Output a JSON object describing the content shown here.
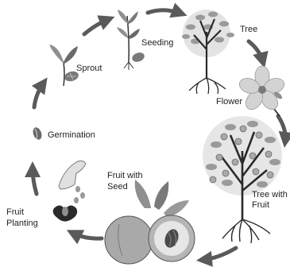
{
  "diagram": {
    "stages": [
      {
        "id": "seeding",
        "label": "Seeding"
      },
      {
        "id": "tree",
        "label": "Tree"
      },
      {
        "id": "flower",
        "label": "Flower"
      },
      {
        "id": "tree-with-fruit",
        "label_line1": "Tree with",
        "label_line2": "Fruit"
      },
      {
        "id": "fruit-with-seed",
        "label_line1": "Fruit with",
        "label_line2": "Seed"
      },
      {
        "id": "fruit-planting",
        "label_line1": "Fruit",
        "label_line2": "Planting"
      },
      {
        "id": "germination",
        "label": "Germination"
      },
      {
        "id": "sprout",
        "label": "Sprout"
      }
    ],
    "colors": {
      "arrow": "#5a5a5a",
      "ink": "#222222",
      "leaf": "#8f8f8f",
      "leaf_dark": "#6a6a6a",
      "fruit": "#a9a9a9",
      "flower": "#d3d3d3",
      "background": "#ffffff"
    }
  }
}
